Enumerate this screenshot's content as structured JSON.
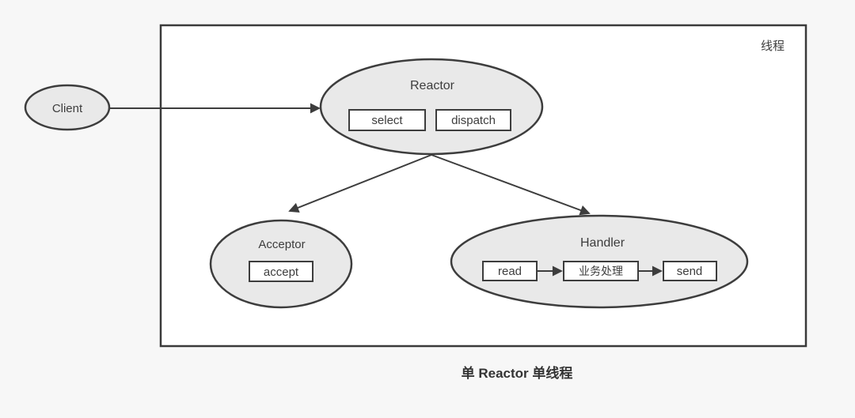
{
  "colors": {
    "background": "#f7f7f7",
    "panel_fill": "#ffffff",
    "node_fill": "#e9e9e9",
    "stroke": "#3d3d3d",
    "text": "#3d3d3d"
  },
  "caption": "单 Reactor 单线程",
  "thread_box": {
    "label": "线程"
  },
  "nodes": {
    "client": {
      "label": "Client"
    },
    "reactor": {
      "label": "Reactor",
      "ops": {
        "select": "select",
        "dispatch": "dispatch"
      }
    },
    "acceptor": {
      "label": "Acceptor",
      "ops": {
        "accept": "accept"
      }
    },
    "handler": {
      "label": "Handler",
      "ops": {
        "read": "read",
        "process": "业务处理",
        "send": "send"
      }
    }
  }
}
